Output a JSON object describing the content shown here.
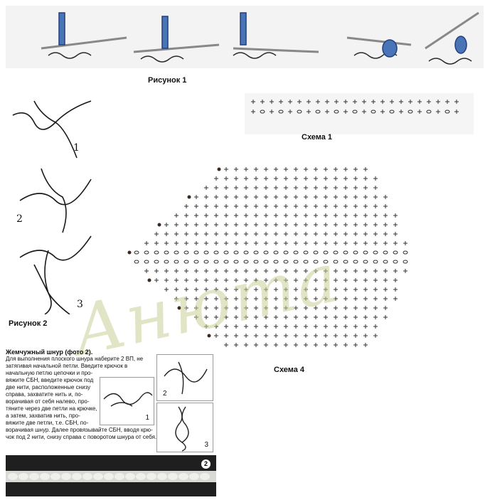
{
  "figures": {
    "fig1": {
      "caption": "Рисунок 1"
    },
    "fig2": {
      "caption": "Рисунок 2",
      "step_labels": [
        "1",
        "2",
        "3"
      ]
    },
    "schema1": {
      "caption": "Схема 1"
    },
    "schema4": {
      "caption": "Схема 4"
    }
  },
  "pearl_cord": {
    "title": "Жемчужный шнур (фото 2).",
    "lines": [
      "Для выполнения плоского шнура наберите 2 ВП, не",
      "затягивая начальной петли. Введите крючок в",
      "начальную петлю цепочки и про-",
      "вяжите СБН, введите крючок под",
      "две нити, расположенные снизу",
      "справа, захватите нить и, по-",
      "ворачивая от себя налево, про-",
      "тяните через две петли на крючке,",
      "а затем, захватив нить, про-",
      "вяжите две петли, т.е. СБН, по-",
      "ворачивая шнур. Далее провязывайте СБН, вводя крю-",
      "чок под 2 нити, снизу справа с поворотом шнура от себя."
    ],
    "diagram_labels": [
      "1",
      "2",
      "3"
    ],
    "photo_badge": "2"
  },
  "watermark": "Анюта"
}
